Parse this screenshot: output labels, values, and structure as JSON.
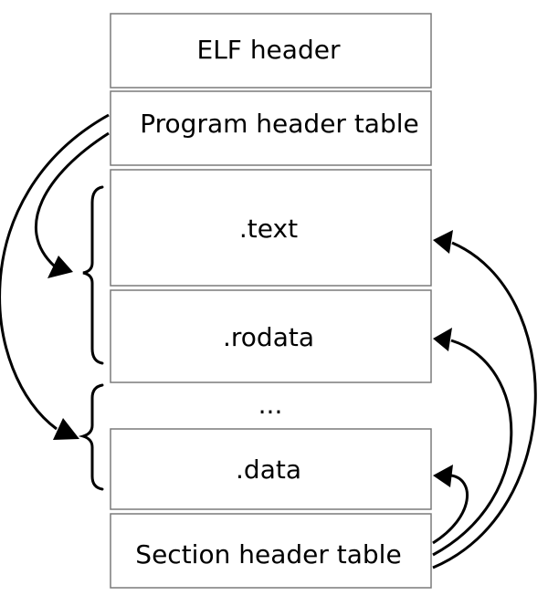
{
  "diagram": {
    "segments": {
      "elf_header": "ELF header",
      "program_header_table": "Program header table",
      "text": ".text",
      "rodata": ".rodata",
      "ellipsis": "...",
      "data": ".data",
      "section_header_table": "Section header table"
    }
  }
}
